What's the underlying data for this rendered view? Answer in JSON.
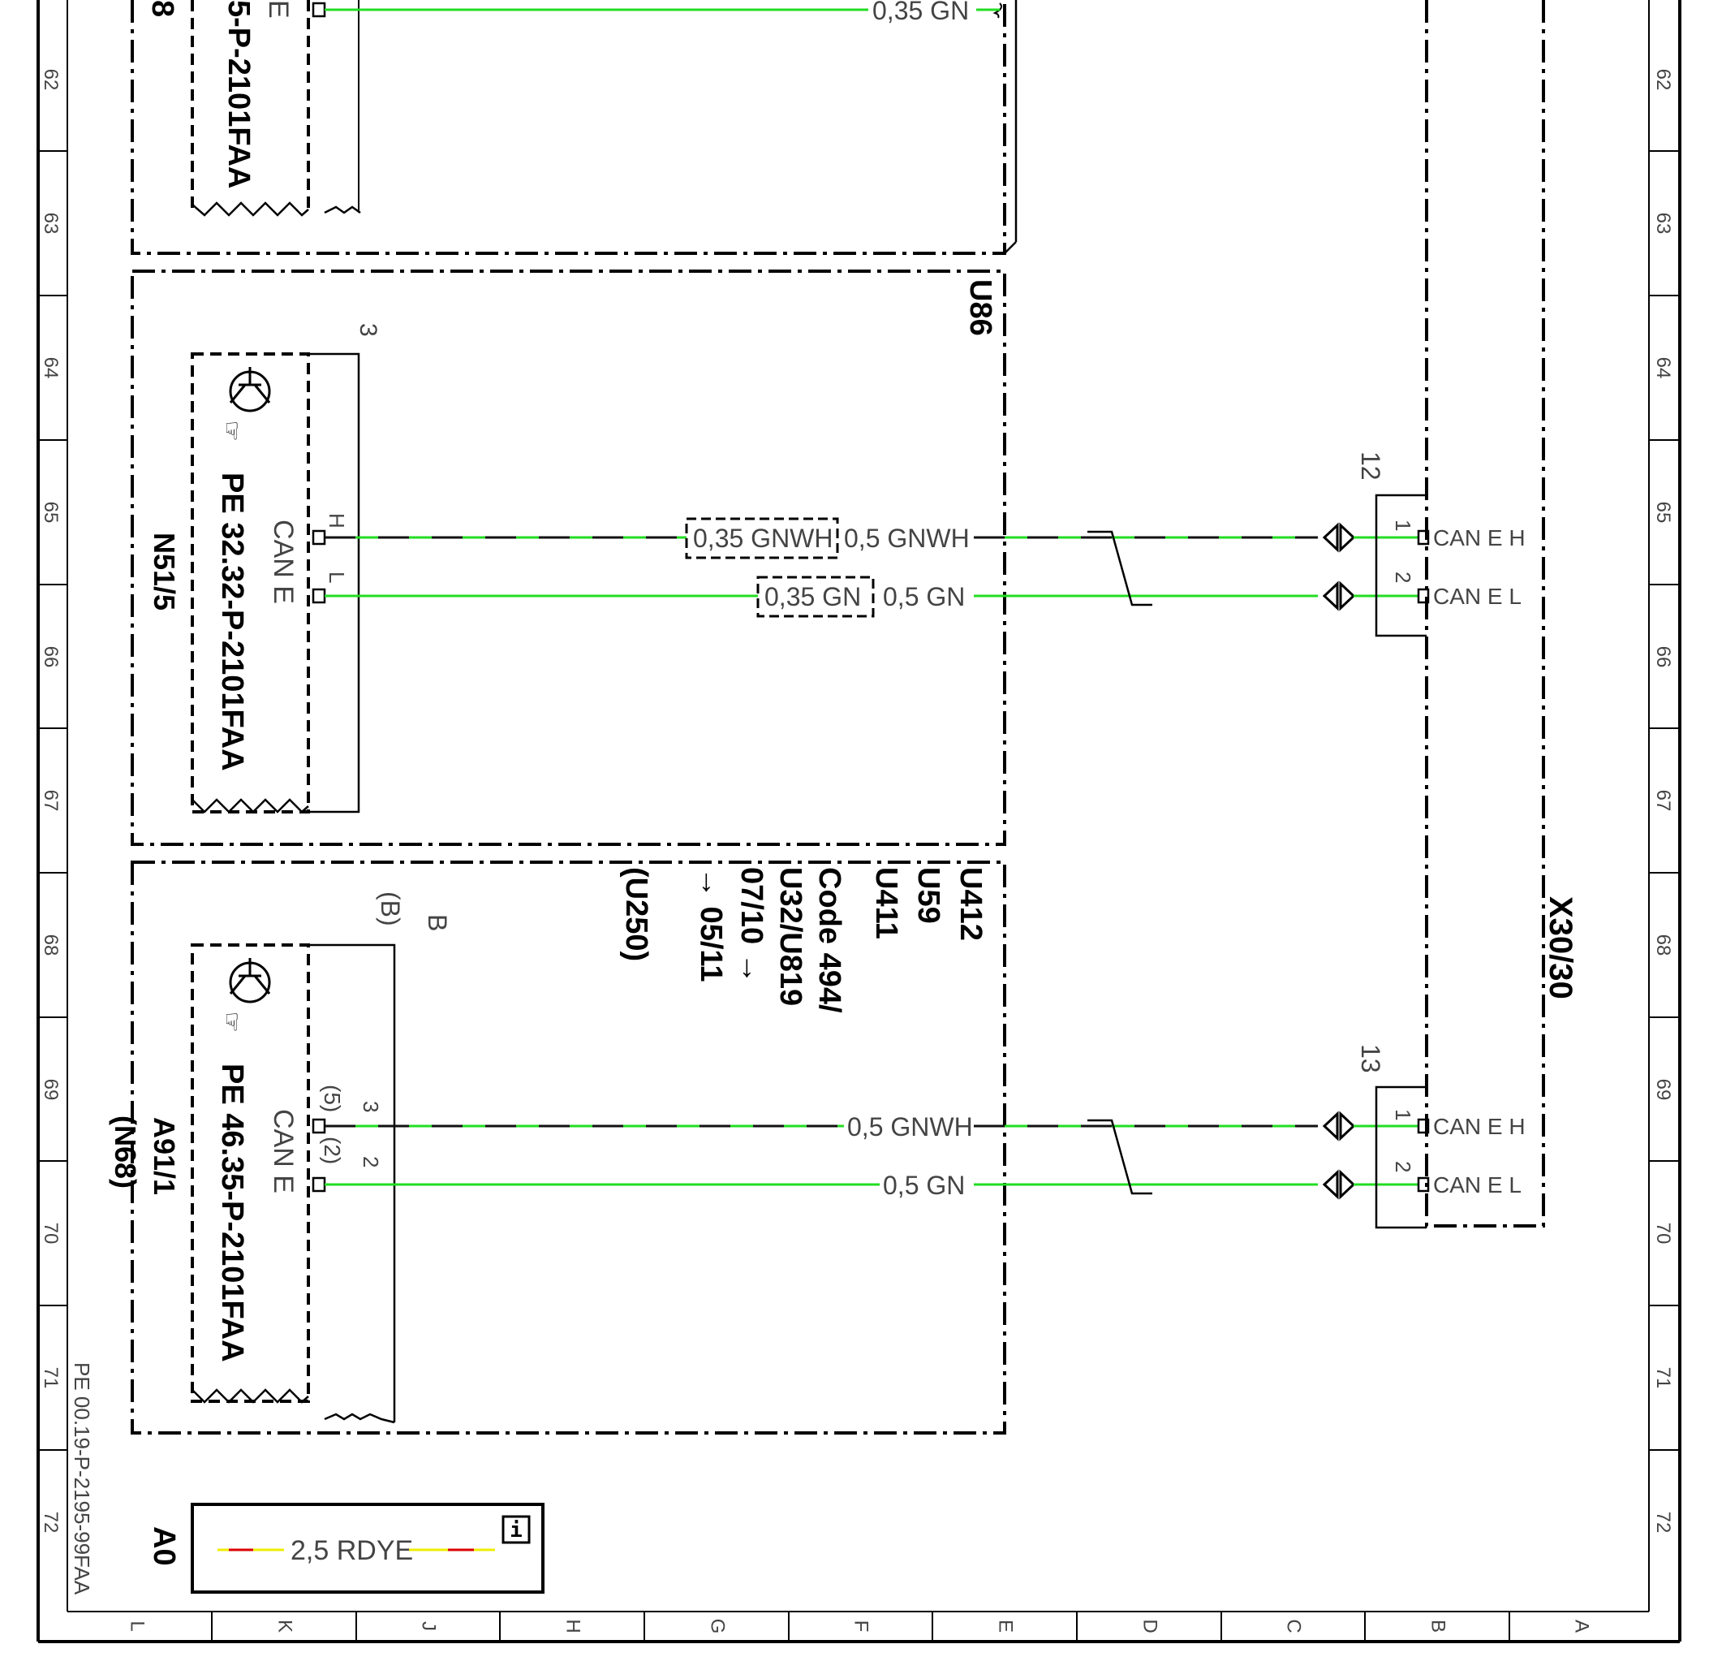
{
  "grid": {
    "rows": [
      "62",
      "63",
      "64",
      "65",
      "66",
      "67",
      "68",
      "69",
      "70",
      "71",
      "72"
    ],
    "cols": [
      "L",
      "K",
      "J",
      "H",
      "G",
      "F",
      "E",
      "D",
      "C",
      "B",
      "A"
    ]
  },
  "drawing_ref": "PE 00.19-P-2195-99FAA",
  "top_module": {
    "partial_id": "8",
    "partial_ref": "5-P-2101FAA",
    "partial_label": "E",
    "wire": "0,35 GN"
  },
  "module_n51": {
    "id": "N51/5",
    "ref": "PE 32.32-P-2101FAA",
    "bus": "CAN E",
    "pin_h": "H",
    "pin_l": "L",
    "connector": "3",
    "variant": "U86",
    "wire_h_alt": "0,35 GNWH",
    "wire_h": "0,5 GNWH",
    "wire_l_alt": "0,35 GN",
    "wire_l": "0,5 GN"
  },
  "module_a91": {
    "id": "A91/1",
    "id_alt": "(N68)",
    "ref": "PE 46.35-P-2101FAA",
    "bus": "CAN E",
    "connector": "B",
    "connector_alt": "(B)",
    "pin_h": "3",
    "pin_h_alt": "(5)",
    "pin_l": "2",
    "pin_l_alt": "(2)",
    "wire_h": "0,5 GNWH",
    "wire_l": "0,5 GN",
    "codes": [
      "U412",
      "U59",
      "U411",
      "Code 494/",
      "U32/U819",
      "07/10 →",
      "→ 05/11",
      "(U250)"
    ]
  },
  "connector_x30": {
    "id": "X30/30",
    "group_a": "12",
    "group_b": "13",
    "pin_1": "1",
    "pin_2": "2",
    "sig_h": "CAN E H",
    "sig_l": "CAN E L"
  },
  "legend": {
    "id": "A0",
    "wire": "2,5 RDYE",
    "info_icon": "info-icon"
  },
  "colors": {
    "green": "#22dd22",
    "red": "#dd0000",
    "yellow": "#eeee00",
    "black": "#000000"
  }
}
